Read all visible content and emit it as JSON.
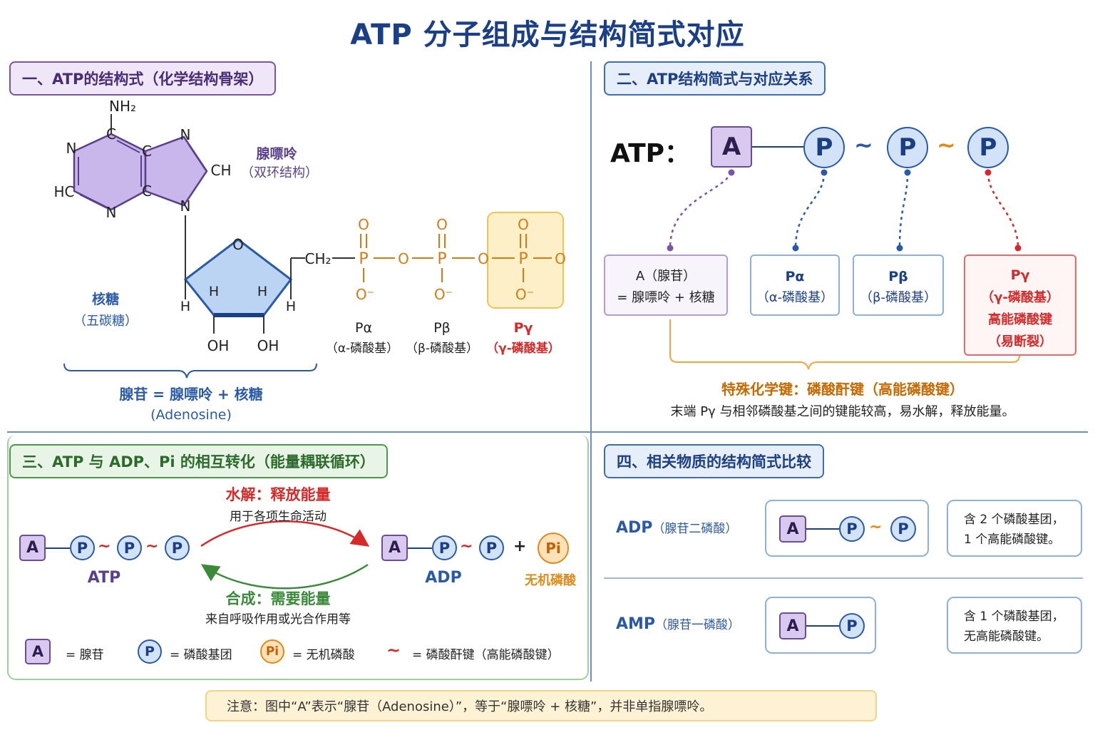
{
  "title": "ATP 分子组成与结构简式对应",
  "section1": {
    "heading": "一、ATP的结构式（化学结构骨架）",
    "adenine_name": "腺嘌呤",
    "adenine_note": "（双环结构）",
    "ribose_name": "核糖",
    "ribose_note": "（五碳糖）",
    "adenosine_formula": "腺苷 = 腺嘌呤 + 核糖",
    "adenosine_en": "(Adenosine)",
    "p_alpha": "Pα",
    "p_alpha_desc": "（α-磷酸基）",
    "p_beta": "Pβ",
    "p_beta_desc": "（β-磷酸基）",
    "p_gamma": "Pγ",
    "p_gamma_desc": "（γ-磷酸基）",
    "atoms": {
      "nh2": "NH₂",
      "n": "N",
      "c": "C",
      "hc": "HC",
      "ch": "CH",
      "o": "O",
      "h": "H",
      "oh": "OH",
      "ch2": "CH₂",
      "p": "P",
      "o_minus": "O⁻"
    }
  },
  "section2": {
    "heading": "二、ATP结构简式与对应关系",
    "atp_label": "ATP：",
    "formula": {
      "a": "A",
      "p": "P",
      "tilde": "~"
    },
    "cards": [
      {
        "line1": "A（腺苷）",
        "line2": "= 腺嘌呤 + 核糖"
      },
      {
        "line1": "Pα",
        "line2": "（α-磷酸基）"
      },
      {
        "line1": "Pβ",
        "line2": "（β-磷酸基）"
      },
      {
        "line1": "Pγ",
        "line2": "（γ-磷酸基）",
        "line3": "高能磷酸键",
        "line4": "（易断裂）"
      }
    ],
    "special_bond": "特殊化学键：磷酸酐键（高能磷酸键）",
    "special_desc": "末端 Pγ 与相邻磷酸基之间的键能较高，易水解，释放能量。"
  },
  "section3": {
    "heading": "三、ATP 与 ADP、Pi 的相互转化（能量耦联循环）",
    "hydrolysis_title": "水解：释放能量",
    "hydrolysis_sub": "用于各项生命活动",
    "synthesis_title": "合成：需要能量",
    "synthesis_sub": "来自呼吸作用或光合作用等",
    "atp_name": "ATP",
    "adp_name": "ADP",
    "pi_symbol": "Pi",
    "pi_name": "无机磷酸",
    "plus": "+",
    "legend": {
      "a_sym": "A",
      "a_text": "= 腺苷",
      "p_sym": "P",
      "p_text": "= 磷酸基团",
      "pi_sym": "Pi",
      "pi_text": "= 无机磷酸",
      "tilde_sym": "~",
      "tilde_text": "= 磷酸酐键（高能磷酸键）"
    }
  },
  "section4": {
    "heading": "四、相关物质的结构简式比较",
    "adp_label": "ADP",
    "adp_note": "（腺苷二磷酸）",
    "adp_desc1": "含 2 个磷酸基团，",
    "adp_desc2": "1 个高能磷酸键。",
    "amp_label": "AMP",
    "amp_note": "（腺苷一磷酸）",
    "amp_desc1": "含 1 个磷酸基团，",
    "amp_desc2": "无高能磷酸键。"
  },
  "note": "注意：图中“A”表示“腺苷（Adenosine）”，等于“腺嘌呤 + 核糖”，并非单指腺嘌呤。",
  "colors": {
    "purple": "#6b4d95",
    "blue": "#2a5aa6",
    "red": "#d62a2a",
    "orange": "#e08a1a",
    "green": "#3a8a3a"
  }
}
